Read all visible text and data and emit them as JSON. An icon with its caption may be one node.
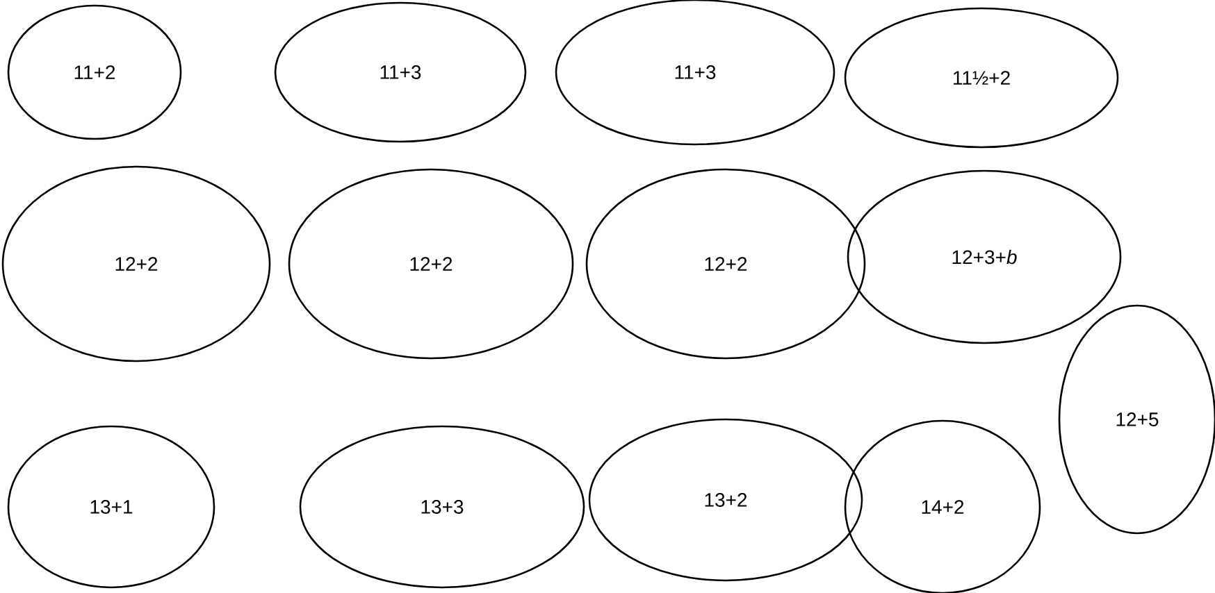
{
  "diagram": {
    "nodes": [
      {
        "text": [
          "11+2"
        ]
      },
      {
        "text": [
          "11+3"
        ]
      },
      {
        "text": [
          "11+3"
        ]
      },
      {
        "text": [
          "11½+2"
        ]
      },
      {
        "text": [
          "12+2"
        ]
      },
      {
        "text": [
          "12+2"
        ]
      },
      {
        "text": [
          "12+2"
        ]
      },
      {
        "text": [
          "12+3+*b*"
        ]
      },
      {
        "text": [
          "12+5"
        ]
      },
      {
        "text": [
          "13+1"
        ]
      },
      {
        "text": [
          "13+3"
        ]
      },
      {
        "text": [
          "13+2"
        ]
      },
      {
        "text": [
          "14+2"
        ]
      }
    ]
  }
}
